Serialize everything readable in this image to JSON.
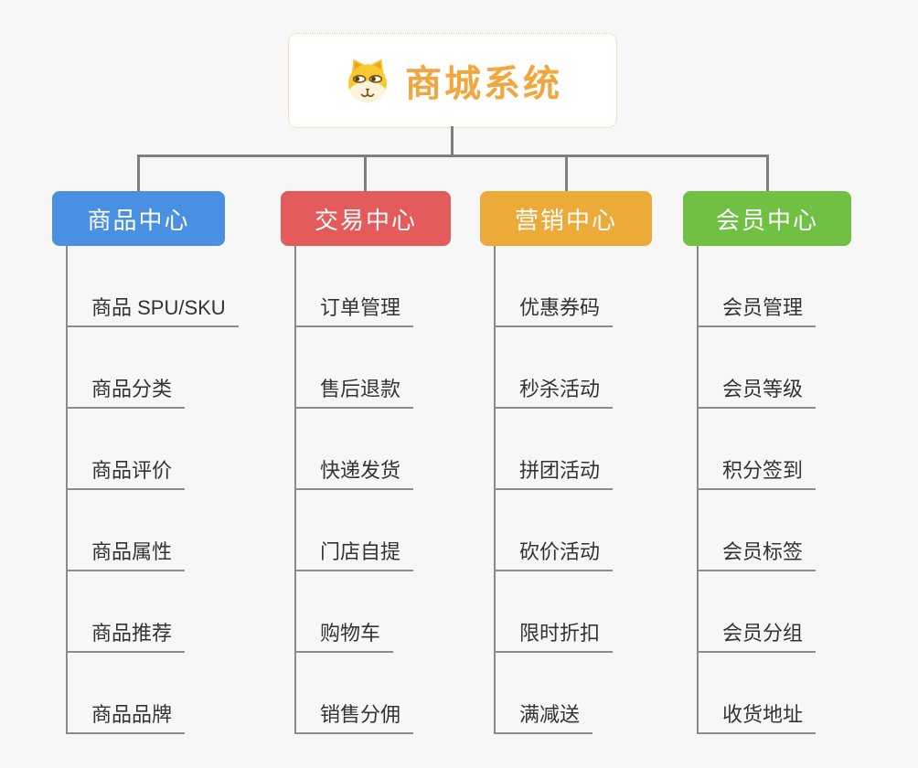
{
  "root": {
    "label": "商城系统",
    "icon": "doge-icon",
    "text_color": "#f2a73e",
    "border_color": "#f2c37c"
  },
  "connector_color": "#7f7f7f",
  "branches": [
    {
      "label": "商品中心",
      "color": "#4a90e2",
      "children": [
        "商品 SPU/SKU",
        "商品分类",
        "商品评价",
        "商品属性",
        "商品推荐",
        "商品品牌"
      ]
    },
    {
      "label": "交易中心",
      "color": "#e45b5b",
      "children": [
        "订单管理",
        "售后退款",
        "快递发货",
        "门店自提",
        "购物车",
        "销售分佣"
      ]
    },
    {
      "label": "营销中心",
      "color": "#ecaa39",
      "children": [
        "优惠券码",
        "秒杀活动",
        "拼团活动",
        "砍价活动",
        "限时折扣",
        "满减送"
      ]
    },
    {
      "label": "会员中心",
      "color": "#6fc043",
      "children": [
        "会员管理",
        "会员等级",
        "积分签到",
        "会员标签",
        "会员分组",
        "收货地址"
      ]
    }
  ]
}
